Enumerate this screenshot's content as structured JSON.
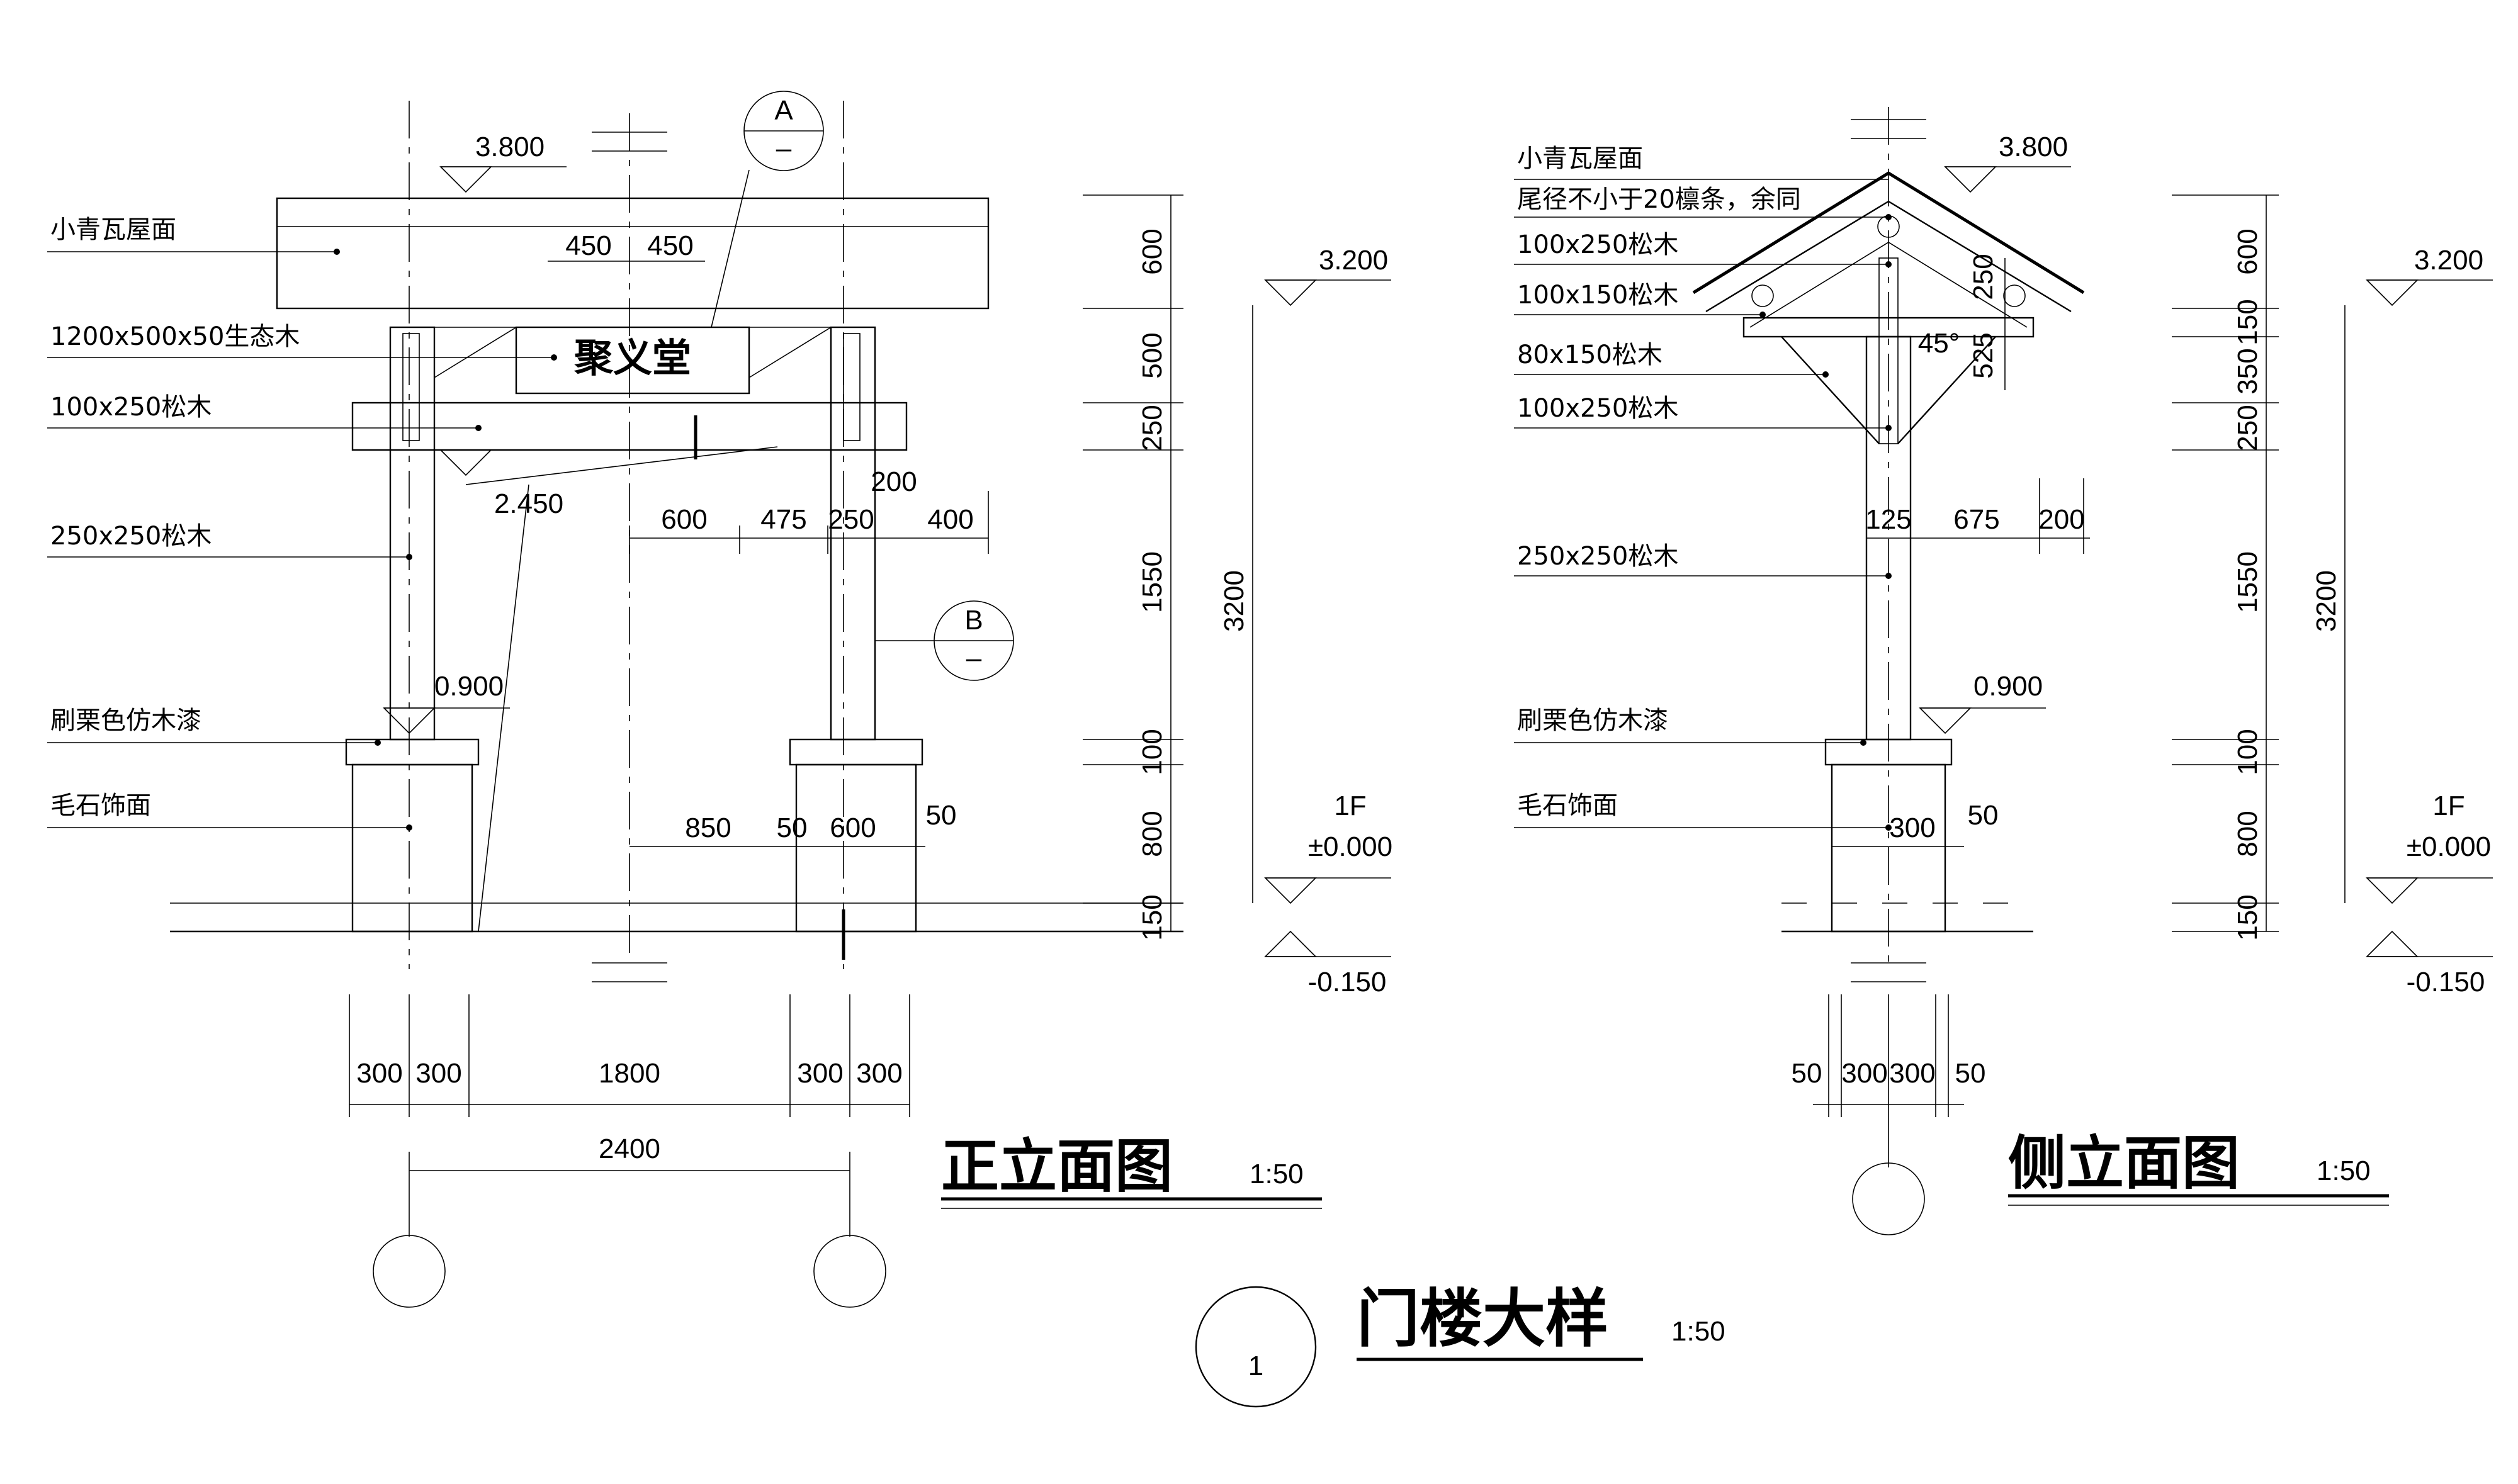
{
  "front": {
    "labels": [
      "小青瓦屋面",
      "1200x500x50生态木",
      "100x250松木",
      "250x250松木",
      "刷栗色仿木漆",
      "毛石饰面"
    ],
    "levels": {
      "top": "3.800",
      "mid": "3.200",
      "beam": "2.450",
      "base": "0.900",
      "floor": "1F",
      "zero": "±0.000",
      "below": "-0.150"
    },
    "sign": "聚义堂",
    "marker_a": "A",
    "marker_b": "B",
    "roof_dims": [
      "450",
      "450"
    ],
    "span_dims": [
      "600",
      "475",
      "250",
      "400"
    ],
    "dim_200": "200",
    "base_dims": [
      "850",
      "50",
      "600",
      "50"
    ],
    "bottom_dims": [
      "300",
      "300",
      "1800",
      "300",
      "300"
    ],
    "total_dim": "2400",
    "vert_dims": [
      "600",
      "500",
      "250",
      "1550",
      "100",
      "800",
      "150"
    ],
    "vert_total": "3200",
    "title": "正立面图",
    "scale": "1:50"
  },
  "side": {
    "labels": [
      "小青瓦屋面",
      "尾径不小于20檩条，余同",
      "100x250松木",
      "100x150松木",
      "80x150松木",
      "100x250松木",
      "250x250松木",
      "刷栗色仿木漆",
      "毛石饰面"
    ],
    "levels": {
      "top": "3.800",
      "mid": "3.200",
      "base": "0.900",
      "floor": "1F",
      "zero": "±0.000",
      "below": "-0.150"
    },
    "inner_dims": [
      "250",
      "45°",
      "525"
    ],
    "mid_dims": [
      "125",
      "675",
      "200"
    ],
    "base_dims": [
      "300",
      "50"
    ],
    "bottom_dims": [
      "50",
      "300",
      "300",
      "50"
    ],
    "vert_dims": [
      "600",
      "150",
      "350",
      "250",
      "1550",
      "100",
      "800",
      "150"
    ],
    "vert_total": "3200",
    "title": "侧立面图",
    "scale": "1:50"
  },
  "main_title": {
    "number": "1",
    "text": "门楼大样",
    "scale": "1:50"
  }
}
